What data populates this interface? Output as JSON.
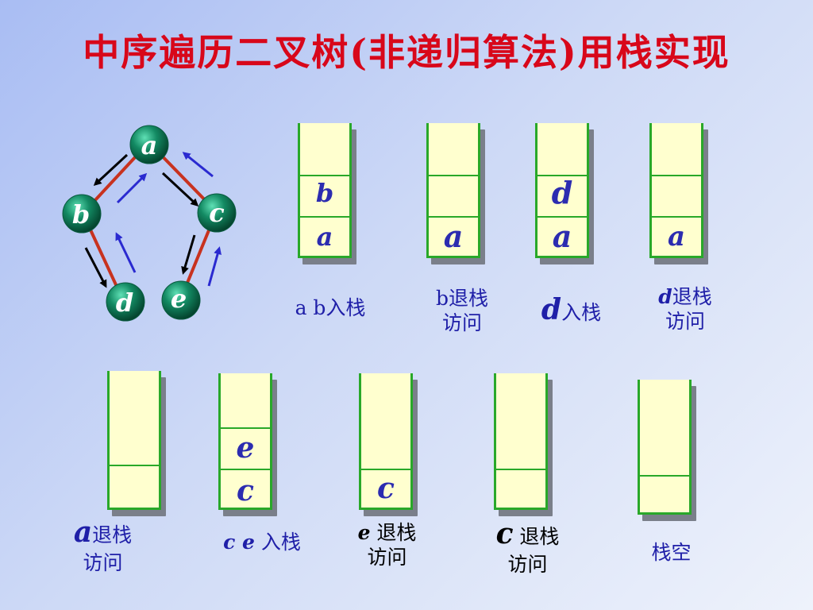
{
  "title": "中序遍历二叉树(非递归算法)用栈实现",
  "tree": {
    "nodes": {
      "a": "a",
      "b": "b",
      "c": "c",
      "d": "d",
      "e": "e"
    }
  },
  "stacks": [
    {
      "slots": [
        "b",
        "a"
      ],
      "caption": {
        "lines": [
          [
            {
              "t": "a b"
            },
            {
              "t": "入栈"
            }
          ]
        ]
      }
    },
    {
      "slots": [
        "",
        "a"
      ],
      "caption": {
        "lines": [
          [
            {
              "t": "b"
            },
            {
              "t": "退栈"
            }
          ],
          [
            {
              "t": "访问"
            }
          ]
        ]
      }
    },
    {
      "slots": [
        "d",
        "a"
      ],
      "caption": {
        "lines": [
          [
            {
              "t": "d",
              "i": true,
              "big": true
            },
            {
              "t": "入栈"
            }
          ]
        ]
      }
    },
    {
      "slots": [
        "",
        "a"
      ],
      "caption": {
        "lines": [
          [
            {
              "t": "d",
              "i": true
            },
            {
              "t": "退栈"
            }
          ],
          [
            {
              "t": "访问"
            }
          ]
        ]
      }
    },
    {
      "slots": [
        "",
        ""
      ],
      "caption": {
        "lines": [
          [
            {
              "t": "a",
              "i": true,
              "big": true
            },
            {
              "t": "退栈"
            }
          ],
          [
            {
              "t": "访问"
            }
          ]
        ]
      }
    },
    {
      "slots": [
        "e",
        "c"
      ],
      "caption": {
        "lines": [
          [
            {
              "t": "c e",
              "i": true
            },
            {
              "t": " 入栈"
            }
          ]
        ]
      }
    },
    {
      "slots": [
        "",
        "c"
      ],
      "caption": {
        "lines": [
          [
            {
              "t": "e",
              "i": true
            },
            {
              "t": " 退栈"
            }
          ],
          [
            {
              "t": "访问"
            }
          ]
        ]
      }
    },
    {
      "slots": [
        "",
        ""
      ],
      "caption": {
        "lines": [
          [
            {
              "t": "c",
              "i": true,
              "big": true
            },
            {
              "t": " 退栈"
            }
          ],
          [
            {
              "t": "访问"
            }
          ]
        ]
      }
    },
    {
      "slots": [
        "",
        ""
      ],
      "caption": {
        "lines": [
          [
            {
              "t": "栈空"
            }
          ]
        ]
      }
    }
  ]
}
